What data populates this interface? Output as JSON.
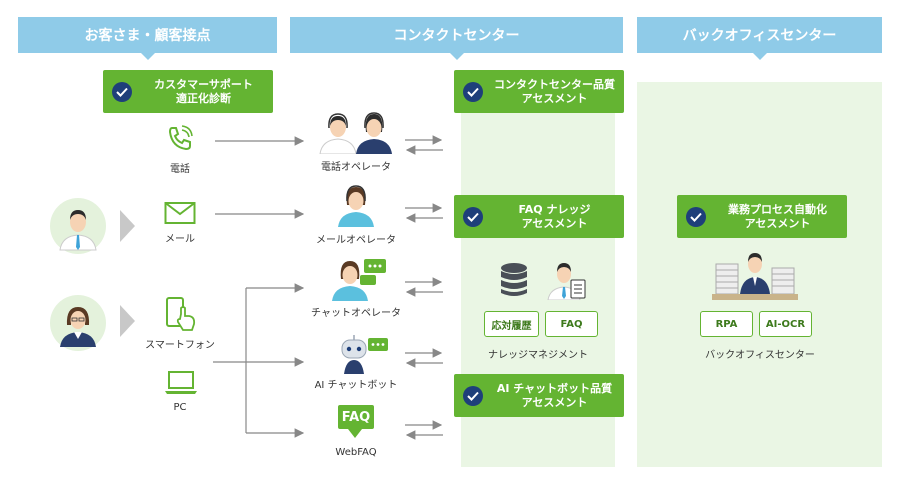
{
  "headers": {
    "customer": "お客さま・顧客接点",
    "contact_center": "コンタクトセンター",
    "back_office": "バックオフィスセンター"
  },
  "assessments": {
    "cs_diagnosis": "カスタマーサポート\n適正化診断",
    "cc_quality": "コンタクトセンター品質\nアセスメント",
    "faq_knowledge": "FAQ ナレッジ\nアセスメント",
    "bpa": "業務プロセス自動化\nアセスメント",
    "ai_chatbot": "AI チャットボット品質\nアセスメント"
  },
  "channels": {
    "phone": "電話",
    "mail": "メール",
    "smartphone": "スマートフォン",
    "pc": "PC"
  },
  "operators": {
    "phone_op": "電話オペレータ",
    "mail_op": "メールオペレータ",
    "chat_op": "チャットオペレータ",
    "chatbot": "AI チャットボット",
    "webfaq": "WebFAQ",
    "faq_icon_text": "FAQ"
  },
  "knowledge": {
    "history": "応対履歴",
    "faq": "FAQ",
    "label": "ナレッジマネジメント"
  },
  "back_office": {
    "rpa": "RPA",
    "ocr": "AI-OCR",
    "label": "バックオフィスセンター"
  },
  "colors": {
    "header_blue": "#8fcbe8",
    "green": "#64b432",
    "panel_green": "#eaf6e4",
    "navy": "#1e3f7a"
  }
}
